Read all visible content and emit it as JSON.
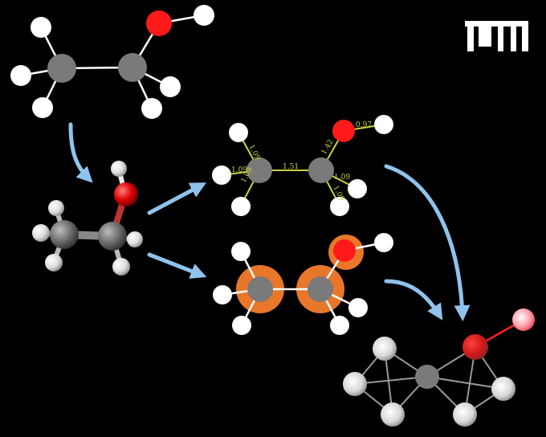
{
  "logo": {
    "text": "TUM",
    "color": "#ffffff"
  },
  "colors": {
    "background": "#000000",
    "carbon": "#7a7a7a",
    "oxygen": "#ff1a1a",
    "hydrogen": "#ffffff",
    "arrow": "#8fc3ec",
    "bond_label": "#c8d23c",
    "charge_orb": "#e8772a"
  },
  "bond_labels": {
    "h1": "1.09",
    "h2": "1.09",
    "h3": "1.09",
    "cc": "1.51",
    "co": "1.42",
    "h4": "1.09",
    "h5": "1.09",
    "oh": "0.97"
  }
}
